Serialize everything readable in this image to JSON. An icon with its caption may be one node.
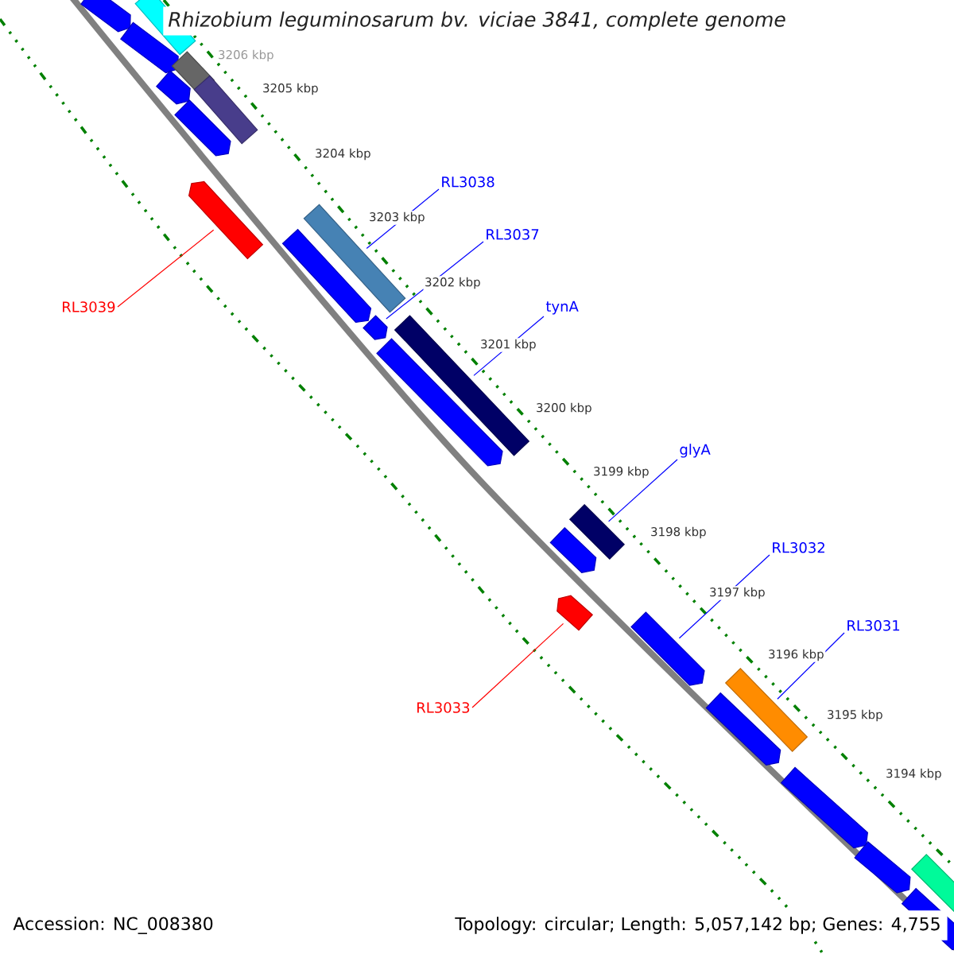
{
  "diagram": {
    "title": "Rhizobium leguminosarum bv. viciae 3841, complete genome",
    "nodes": [
      {
        "text": [
          "RL3038"
        ]
      },
      {
        "text": [
          "RL3037"
        ]
      },
      {
        "text": [
          "tynA"
        ]
      },
      {
        "text": [
          "glyA"
        ]
      },
      {
        "text": [
          "RL3032"
        ]
      },
      {
        "text": [
          "RL3031"
        ]
      },
      {
        "text": [
          "RL3039"
        ]
      },
      {
        "text": [
          "RL3033"
        ]
      },
      {
        "text": [],
        "shape": "box"
      },
      {
        "text": [],
        "shape": "box"
      },
      {
        "text": [],
        "shape": "box"
      },
      {
        "text": [],
        "shape": "arrow"
      },
      {
        "text": [],
        "shape": "box"
      },
      {
        "text": [],
        "shape": "arrow"
      },
      {
        "text": [],
        "shape": "arrow"
      },
      {
        "text": [],
        "shape": "arrow"
      },
      {
        "text": [],
        "shape": "arrow"
      }
    ],
    "edges": [
      {
        "from": 0,
        "to": 8,
        "arrow": "none"
      },
      {
        "from": 1,
        "to": 15,
        "arrow": "none"
      },
      {
        "from": 2,
        "to": 9,
        "arrow": "none"
      },
      {
        "from": 3,
        "to": 10,
        "arrow": "none"
      },
      {
        "from": 4,
        "to": 11,
        "arrow": "none"
      },
      {
        "from": 5,
        "to": 12,
        "arrow": "none"
      },
      {
        "from": 6,
        "to": 13,
        "arrow": "none",
        "color": "#ff0000"
      },
      {
        "from": 7,
        "to": 14,
        "arrow": "none",
        "color": "#ff0000"
      }
    ],
    "labels": [
      "3206 kbp",
      "3205 kbp",
      "3204 kbp",
      "3203 kbp",
      "3202 kbp",
      "3201 kbp",
      "3200 kbp",
      "3199 kbp",
      "3198 kbp",
      "3197 kbp",
      "3196 kbp",
      "3195 kbp",
      "3194 kbp",
      "Accession: NC_008380",
      "Topology: circular; Length: 5,057,142 bp; Genes: 4,755"
    ]
  }
}
